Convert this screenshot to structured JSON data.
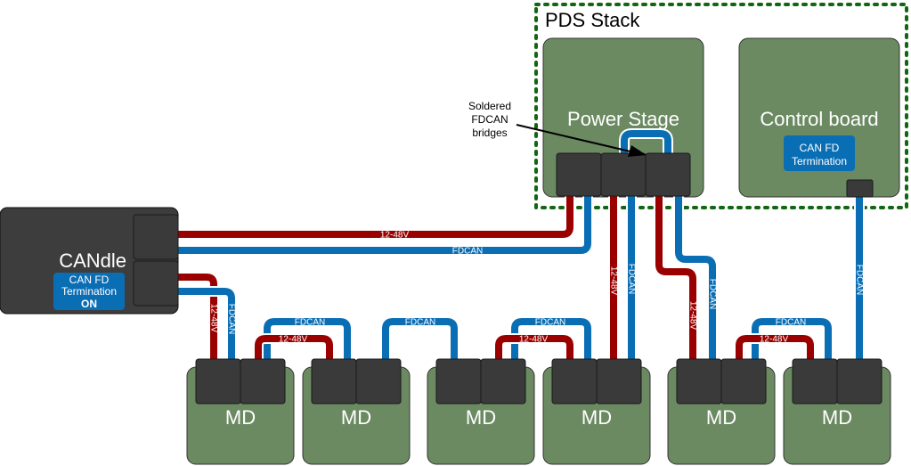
{
  "stack": {
    "title": "PDS Stack"
  },
  "power_stage": {
    "label": "Power Stage"
  },
  "control_board": {
    "label": "Control board",
    "termination_line1": "CAN FD",
    "termination_line2": "Termination"
  },
  "candle": {
    "label": "CANdle",
    "termination_line1": "CAN FD",
    "termination_line2": "Termination",
    "termination_state": "ON"
  },
  "annotation": {
    "line1": "Soldered",
    "line2": "FDCAN",
    "line3": "bridges"
  },
  "md_label": "MD",
  "wires": {
    "power": "12-48V",
    "can": "FDCAN"
  },
  "colors": {
    "board_green": "#6b8a62",
    "connector": "#3a3a3a",
    "power_wire": "#9b0000",
    "can_wire": "#0a6eb4",
    "candle_body": "#3d3d3d",
    "stack_border": "#116611"
  }
}
